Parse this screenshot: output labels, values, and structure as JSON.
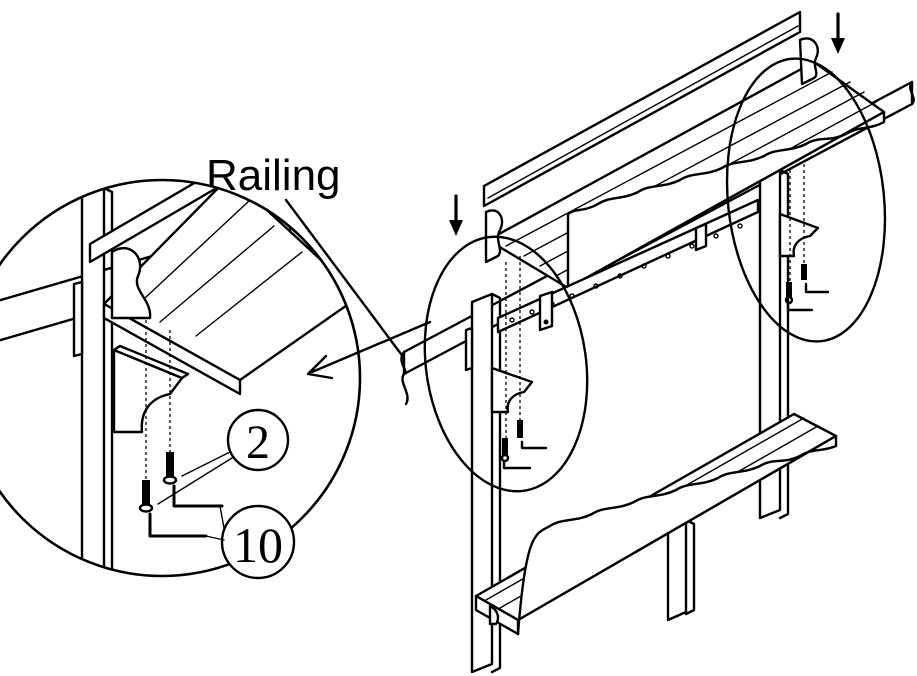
{
  "labels": {
    "railing": "Railing"
  },
  "callouts": [
    {
      "id": "part-2",
      "number": "2"
    },
    {
      "id": "part-10",
      "number": "10"
    }
  ],
  "colors": {
    "ink": "#000000",
    "paper": "#ffffff"
  },
  "icons": [
    "down-arrow-icon",
    "down-arrow-icon",
    "callout-arrow-icon"
  ]
}
